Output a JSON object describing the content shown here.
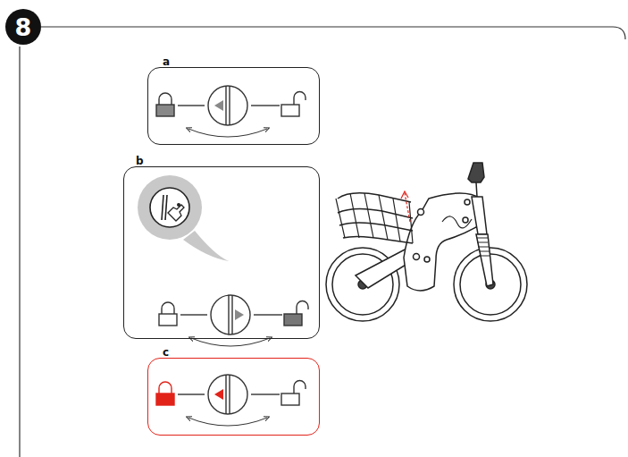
{
  "diagram": {
    "nodes": [
      {
        "text": [
          "8"
        ]
      },
      {
        "text": [
          "a"
        ]
      },
      {
        "text": [
          "b"
        ]
      },
      {
        "text": [
          "c"
        ]
      }
    ]
  }
}
